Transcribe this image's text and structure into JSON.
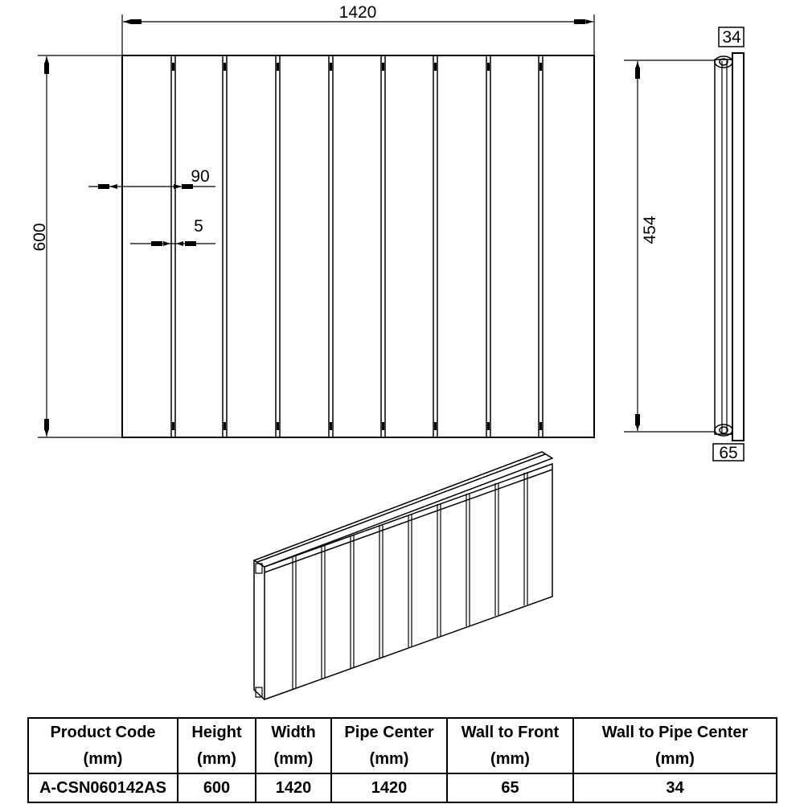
{
  "front_view": {
    "width_label": "1420",
    "height_label": "600",
    "column_width_label": "90",
    "gap_label": "5"
  },
  "side_view": {
    "pipe_center_label": "454",
    "wall_to_pipe_label": "34",
    "wall_to_front_label": "65"
  },
  "table": {
    "headers": [
      {
        "line1": "Product Code",
        "line2": "(mm)"
      },
      {
        "line1": "Height",
        "line2": "(mm)"
      },
      {
        "line1": "Width",
        "line2": "(mm)"
      },
      {
        "line1": "Pipe Center",
        "line2": "(mm)"
      },
      {
        "line1": "Wall to Front",
        "line2": "(mm)"
      },
      {
        "line1": "Wall to Pipe Center",
        "line2": "(mm)"
      }
    ],
    "row": [
      "A-CSN060142AS",
      "600",
      "1420",
      "1420",
      "65",
      "34"
    ]
  }
}
